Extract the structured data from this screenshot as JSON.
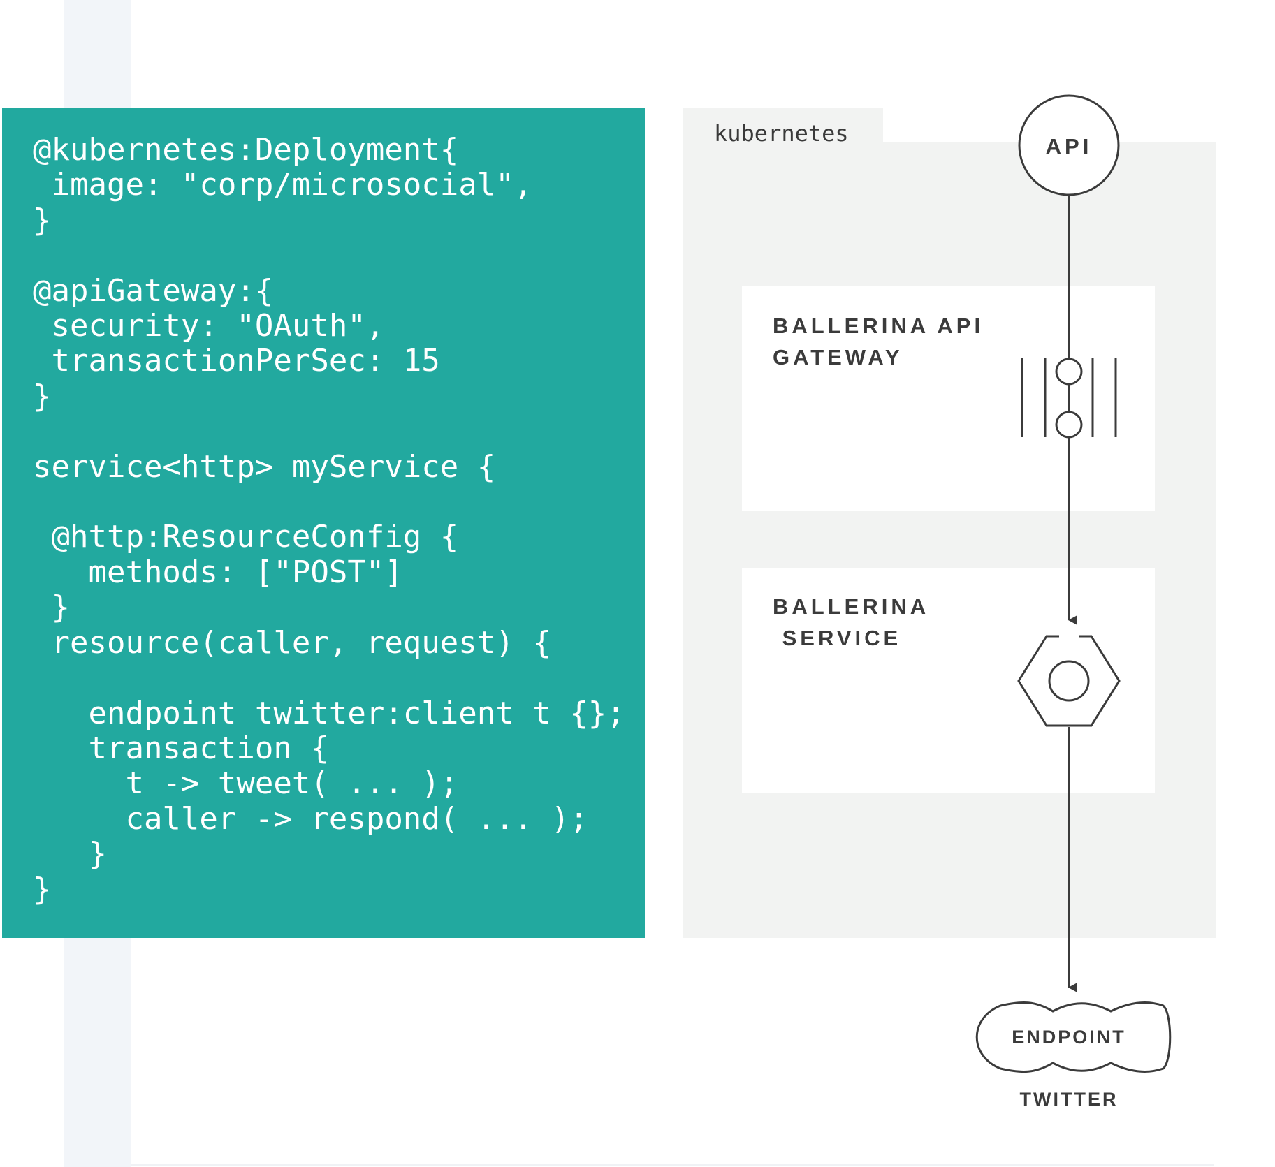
{
  "code": {
    "lines": [
      "@kubernetes:Deployment{",
      " image: \"corp/microsocial\",",
      "}",
      "",
      "@apiGateway:{",
      " security: \"OAuth\",",
      " transactionPerSec: 15",
      "}",
      "",
      "service<http> myService {",
      "",
      " @http:ResourceConfig {",
      "   methods: [\"POST\"]",
      " }",
      " resource(caller, request) {",
      "",
      "   endpoint twitter:client t {};",
      "   transaction {",
      "     t -> tweet( ... );",
      "     caller -> respond( ... );",
      "   }",
      "}"
    ]
  },
  "kubernetes": {
    "label": "kubernetes"
  },
  "gateway": {
    "label_line1": "BALLERINA API",
    "label_line2": "GATEWAY"
  },
  "service": {
    "label_line1": "BALLERINA",
    "label_line2": " SERVICE"
  },
  "api_node": {
    "label": "API"
  },
  "endpoint_node": {
    "label": "ENDPOINT",
    "caption": "TWITTER"
  },
  "colors": {
    "code_background": "#22a99f",
    "code_text": "#ffffff",
    "kubernetes_background": "#f2f3f2",
    "box_background": "#ffffff",
    "diagram_stroke": "#3b3b3b"
  }
}
